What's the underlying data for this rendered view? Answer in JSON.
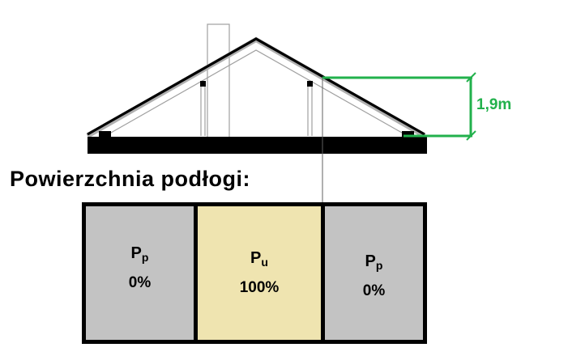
{
  "title": "Powierzchnia podłogi:",
  "dimension": {
    "label": "1,9m",
    "color": "#22b14c"
  },
  "colors": {
    "pp_fill": "#c3c3c3",
    "pu_fill": "#efe4b0",
    "border": "#000000"
  },
  "floor_sections": [
    {
      "symbol": "P",
      "subscript": "p",
      "percent": "0%"
    },
    {
      "symbol": "P",
      "subscript": "u",
      "percent": "100%"
    },
    {
      "symbol": "P",
      "subscript": "p",
      "percent": "0%"
    }
  ]
}
